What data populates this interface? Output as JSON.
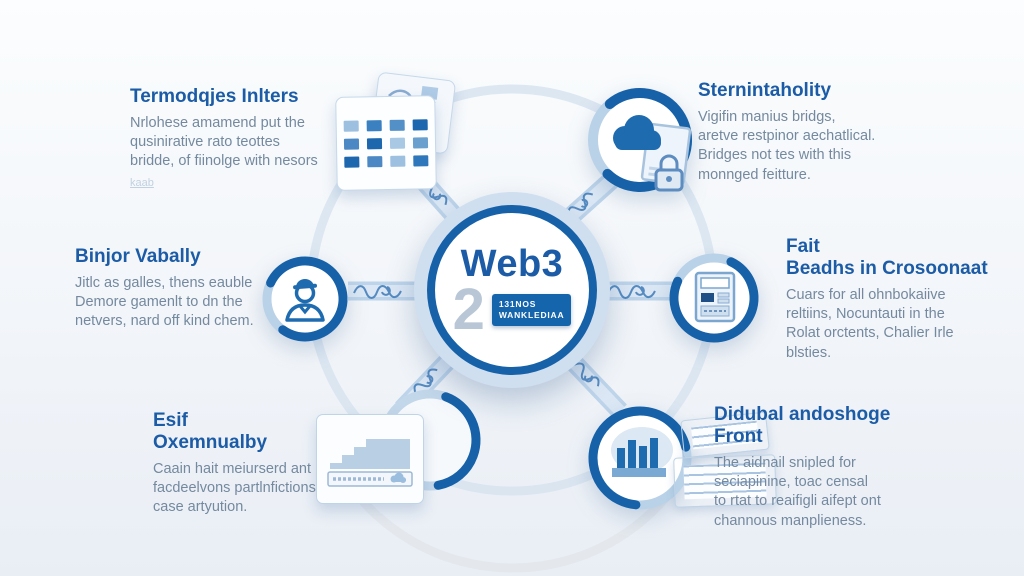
{
  "palette": {
    "title_blue": "#1c5ca6",
    "body_text": "#74899f",
    "ring_dark": "#1661a8",
    "ring_light": "#b9d2e8",
    "icon_blue": "#1e6bb0",
    "spoke_light": "#cfe0f0",
    "badge_bg": "#1565ad",
    "numeral_gray": "#b9c6d6",
    "link_light": "#c2d1e1"
  },
  "hub": {
    "title": "Web3",
    "numeral": "2",
    "badge_line1": "131NOS",
    "badge_line2": "WANKLEDIAA"
  },
  "nodes": [
    {
      "id": "top-left",
      "icon": "grid-calendar",
      "title": "Termodqjes Inlters",
      "body": "Nrlohese amamend put the\nqusinirative rato teottes\nbridde, of fiinolge with nesors",
      "link": "kaab"
    },
    {
      "id": "top-right",
      "icon": "cloud-lock",
      "title": "Sternintaholity",
      "body": "Vigifin manius bridgs,\naretve restpinor aechatlical.\nBridges not tes with this\nmonnged feitture."
    },
    {
      "id": "mid-left",
      "icon": "person",
      "title": "Binjor Vabally",
      "body": "Jitlc as galles, thens eauble\nDemore gamenlt to dn the\nnetvers, nard off kind chem."
    },
    {
      "id": "mid-right",
      "icon": "calculator",
      "title": "Fait\nBeadhs in Crosoonaat",
      "body": "Cuars for all ohnbokaiive\nreltiins, Nocuntauti in the\nRolat orctents, Chalier Irle\nblsties."
    },
    {
      "id": "bottom-left",
      "icon": "printer-steps",
      "title": "Esif\nOxemnualby",
      "body": "Caain hait meiurserd ant\nfacdeelvons partlnfictions\ncase artyution."
    },
    {
      "id": "bottom-right",
      "icon": "bar-chart-cloud",
      "title": "Didubal andoshoge\nFront",
      "body": "The aidnail snipled for\nseciapinine, toac censal\nto rtat to reaifigli aifept ont\nchannous manplieness."
    }
  ],
  "icons": {
    "grid_colors": [
      "#9dbfe0",
      "#3b80c0",
      "#5490c8",
      "#1c67ad",
      "#4c89c4",
      "#1c67ad",
      "#a9c8e4",
      "#6aa0ce",
      "#1c67ad",
      "#4c89c4",
      "#9dbfe0",
      "#2e77ba"
    ]
  }
}
